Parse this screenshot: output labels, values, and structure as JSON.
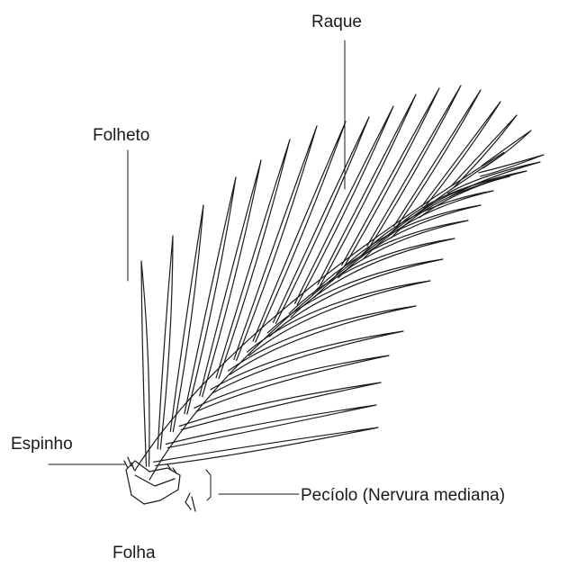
{
  "labels": {
    "raque": "Raque",
    "folheto": "Folheto",
    "espinho": "Espinho",
    "peciolo": "Pecíolo (Nervura mediana)",
    "folha": "Folha"
  },
  "colors": {
    "line": "#1a1a1a",
    "background": "#ffffff"
  }
}
